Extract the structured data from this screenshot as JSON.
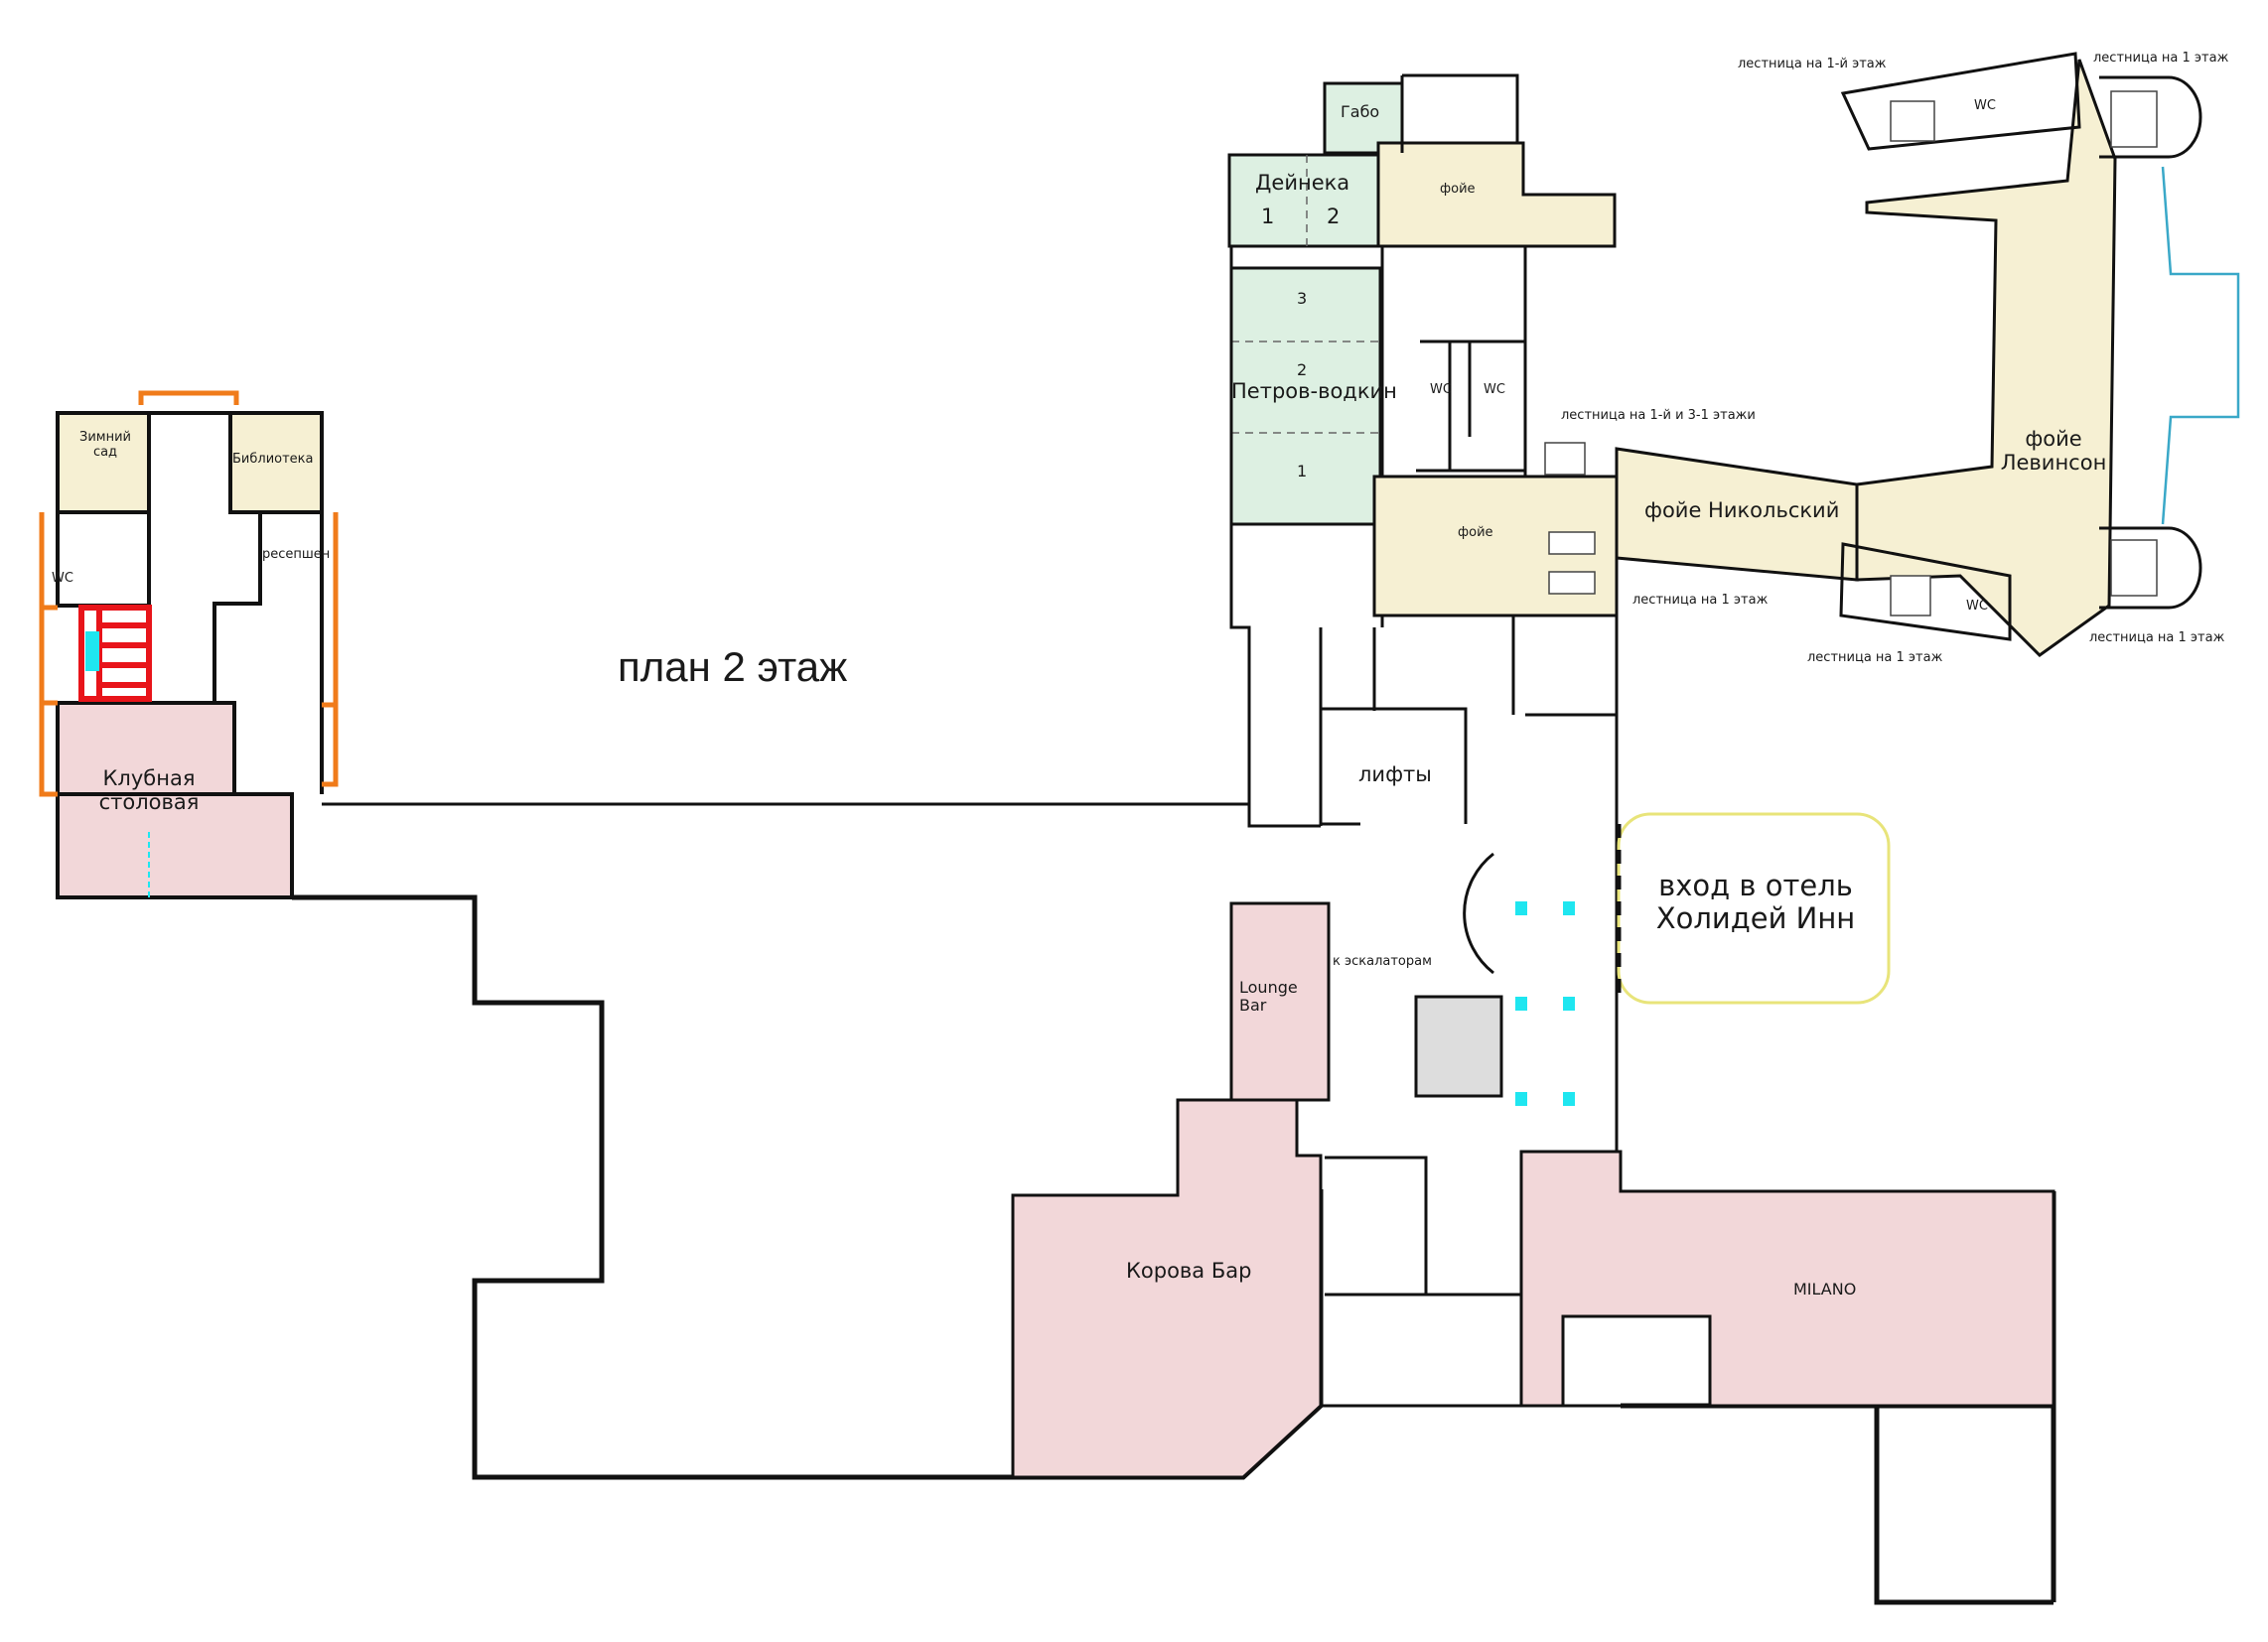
{
  "plan_title": "план 2 этаж",
  "rooms": {
    "zimniy_sad": "Зимний\nсад",
    "biblioteka": "Библиотека",
    "resepshen": "ресепшен",
    "wc_left": "WC",
    "klubnaya": "Клубная\nстоловая",
    "gabo": "Габо",
    "deyneka": "Дейнека",
    "deyneka_1": "1",
    "deyneka_2": "2",
    "foye_top": "фойе",
    "petrov_3": "3",
    "petrov_2": "2",
    "petrov": "Петров-водкин",
    "petrov_1": "1",
    "wc_a": "WC",
    "wc_b": "WC",
    "foye_mid": "фойе",
    "foye_nikolsky": "фойе Никольский",
    "foye_levinson": "фойе\nЛевинсон",
    "wc_top_right": "WC",
    "wc_bottom_right": "WC",
    "lifty": "лифты",
    "escalators": "к эскалаторам",
    "lounge_bar": "Lounge\nBar",
    "korova_bar": "Корова Бар",
    "milano": "MILANO",
    "entrance": "вход в отель\nХолидей Инн"
  },
  "stairs": {
    "to_1_top_left": "лестница на 1-й этаж",
    "to_1_top_right": "лестница на 1 этаж",
    "to_1_and_3": "лестница на 1-й и 3-1 этажи",
    "to_1_mid": "лестница на 1 этаж",
    "to_1_bottom_right": "лестница на 1 этаж",
    "to_1_bottom": "лестница на 1 этаж"
  },
  "colors": {
    "green_room": "#ddf0e2",
    "yellow_foyer": "#f6f0d3",
    "pink_room": "#f2d7d9",
    "orange_outline": "#f07b1a",
    "red_stair": "#e8141a",
    "cyan_mark": "#1fe6f0",
    "yellow_outline": "#e8e47a",
    "teal_outline": "#3aa8c8"
  }
}
